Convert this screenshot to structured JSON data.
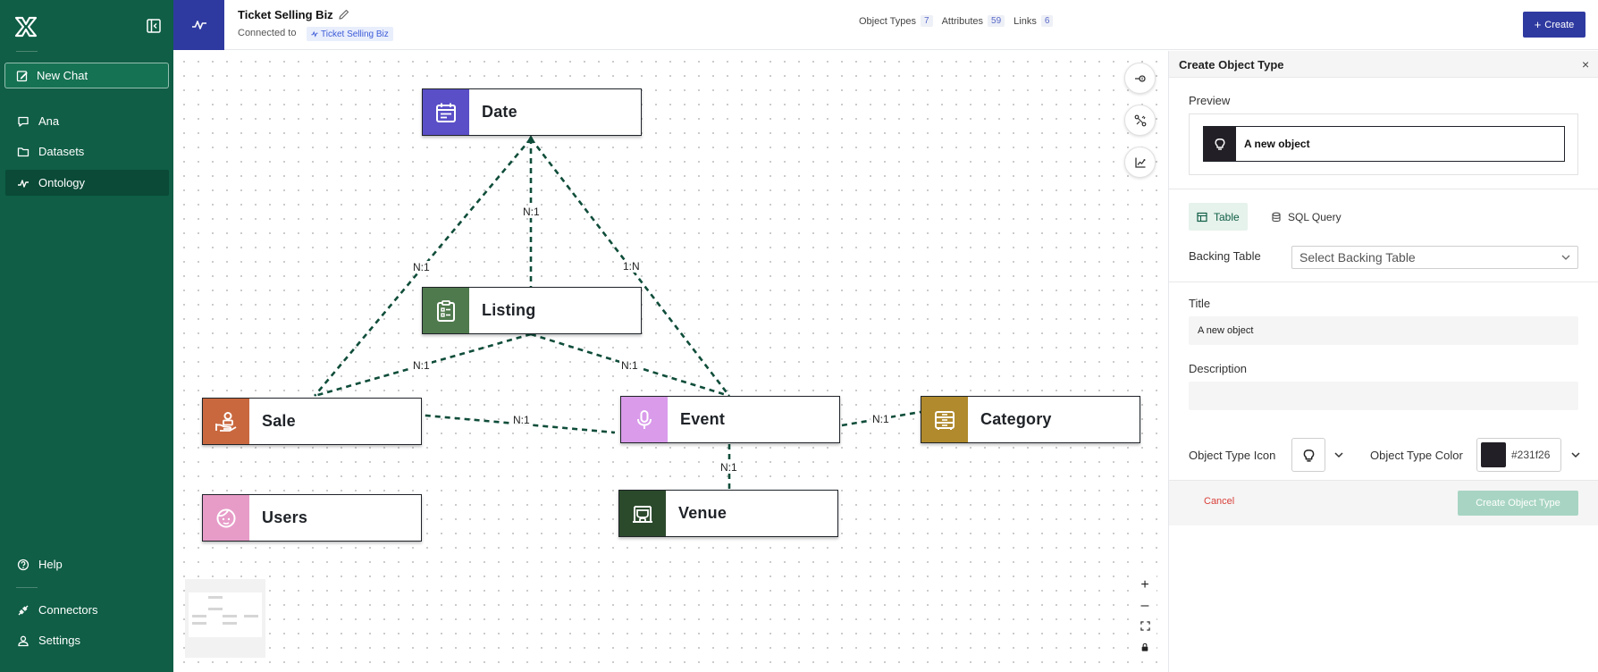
{
  "sidebar": {
    "new_chat": "New Chat",
    "items": [
      {
        "label": "Ana",
        "icon": "chat-bubble-icon"
      },
      {
        "label": "Datasets",
        "icon": "folder-icon"
      },
      {
        "label": "Ontology",
        "icon": "ontology-icon"
      }
    ],
    "bottom": [
      {
        "label": "Help",
        "icon": "help-icon"
      },
      {
        "label": "Connectors",
        "icon": "plug-icon"
      },
      {
        "label": "Settings",
        "icon": "user-icon"
      }
    ]
  },
  "header": {
    "title": "Ticket Selling Biz",
    "connected_label": "Connected to",
    "connected_badge": "Ticket Selling Biz",
    "stats": [
      {
        "label": "Object Types",
        "value": "7"
      },
      {
        "label": "Attributes",
        "value": "59"
      },
      {
        "label": "Links",
        "value": "6"
      }
    ],
    "create_label": "Create"
  },
  "graph": {
    "nodes": [
      {
        "id": "date",
        "label": "Date",
        "color": "#5a4fc7",
        "icon": "calendar-icon"
      },
      {
        "id": "listing",
        "label": "Listing",
        "color": "#4f7a4d",
        "icon": "clipboard-list-icon"
      },
      {
        "id": "sale",
        "label": "Sale",
        "color": "#c9683f",
        "icon": "hand-user-icon"
      },
      {
        "id": "event",
        "label": "Event",
        "color": "#d99bea",
        "icon": "microphone-icon"
      },
      {
        "id": "category",
        "label": "Category",
        "color": "#b08a2c",
        "icon": "cabinet-icon"
      },
      {
        "id": "users",
        "label": "Users",
        "color": "#e79cc8",
        "icon": "face-icon"
      },
      {
        "id": "venue",
        "label": "Venue",
        "color": "#2b4a2c",
        "icon": "venue-icon"
      }
    ],
    "edge_labels": {
      "date_listing": "N:1",
      "date_sale": "N:1",
      "date_event": "1:N",
      "listing_sale": "N:1",
      "listing_event": "N:1",
      "sale_event": "N:1",
      "event_category": "N:1",
      "event_venue": "N:1"
    },
    "edge_color": "#0f4d3a"
  },
  "panel": {
    "title": "Create Object Type",
    "preview_label": "Preview",
    "preview_text": "A new object",
    "tabs": [
      {
        "label": "Table",
        "icon": "table-icon"
      },
      {
        "label": "SQL Query",
        "icon": "database-icon"
      }
    ],
    "backing_table_label": "Backing Table",
    "backing_table_placeholder": "Select Backing Table",
    "title_label": "Title",
    "title_value": "A new object",
    "description_label": "Description",
    "description_value": "",
    "icon_label": "Object Type Icon",
    "color_label": "Object Type Color",
    "color_value": "#231f26",
    "cancel_label": "Cancel",
    "submit_label": "Create Object Type"
  }
}
